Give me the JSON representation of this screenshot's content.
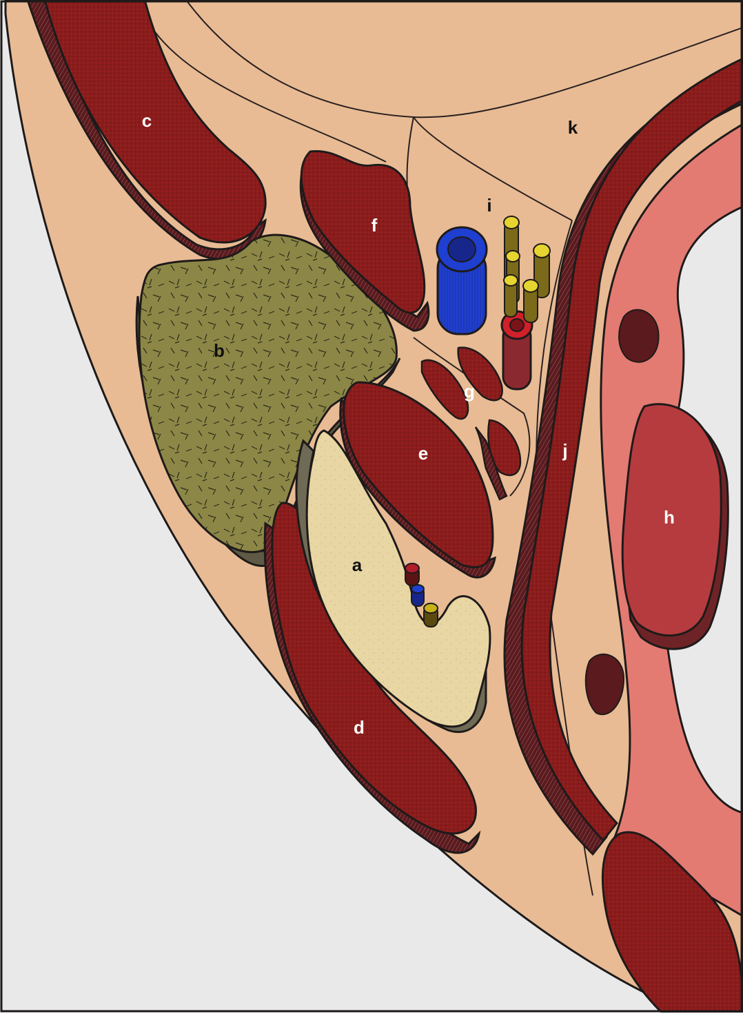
{
  "labels": {
    "a": "a",
    "b": "b",
    "c": "c",
    "d": "d",
    "e": "e",
    "f": "f",
    "g": "g",
    "h": "h",
    "i": "i",
    "j": "j",
    "k": "k"
  },
  "colors": {
    "background": "#e9e9e9",
    "fat": "#e8bb94",
    "muscle": "#8a1c1c",
    "muscle_side": "#5a1a1e",
    "bone": "#e8d7a4",
    "bone_side": "#6e6a55",
    "gland": "#8c8746",
    "gland_side": "#5f5a45",
    "vein": "#1f3fd0",
    "artery": "#b01e2a",
    "nerve": "#c8b21a",
    "organ_wall": "#e37b72",
    "organ": "#b63b3e",
    "outline": "#1e1a1a",
    "label_light": "#ffffff",
    "label_dark": "#111111"
  }
}
